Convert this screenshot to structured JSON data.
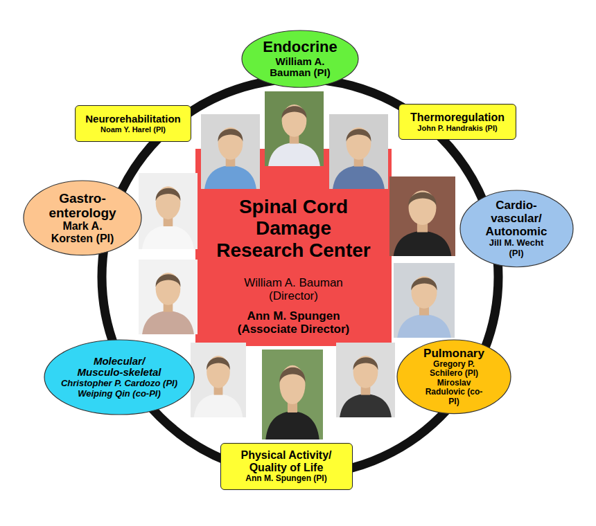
{
  "diagram": {
    "nodes": [
      {
        "text": [
          "Endocrine",
          "William A. Bauman (PI)"
        ]
      },
      {
        "text": [
          "Neurorehabilitation",
          "Noam Y. Harel (PI)"
        ]
      },
      {
        "text": [
          "Thermoregulation",
          "John P. Handrakis (PI)"
        ]
      },
      {
        "text": [
          "Gastro- enterology",
          "Mark A. Korsten (PI)"
        ]
      },
      {
        "text": [
          "Cardio- vascular/ Autonomic",
          "Jill M. Wecht (PI)"
        ]
      },
      {
        "text": [
          "Spinal Cord Damage Research Center",
          "William A. Bauman (Director)",
          "Ann M. Spungen (Associate Director)"
        ]
      },
      {
        "text": [
          "Molecular/ Musculo-skeletal",
          "Christopher P. Cardozo (PI)",
          "Weiping Qin (co-PI)"
        ]
      },
      {
        "text": [
          "Pulmonary",
          "Gregory P. Schilero (PI)",
          "Miroslav Radulovic (co-PI)"
        ]
      },
      {
        "text": [
          "Physical Activity/ Quality of Life",
          "Ann M. Spungen (PI)"
        ]
      }
    ]
  }
}
